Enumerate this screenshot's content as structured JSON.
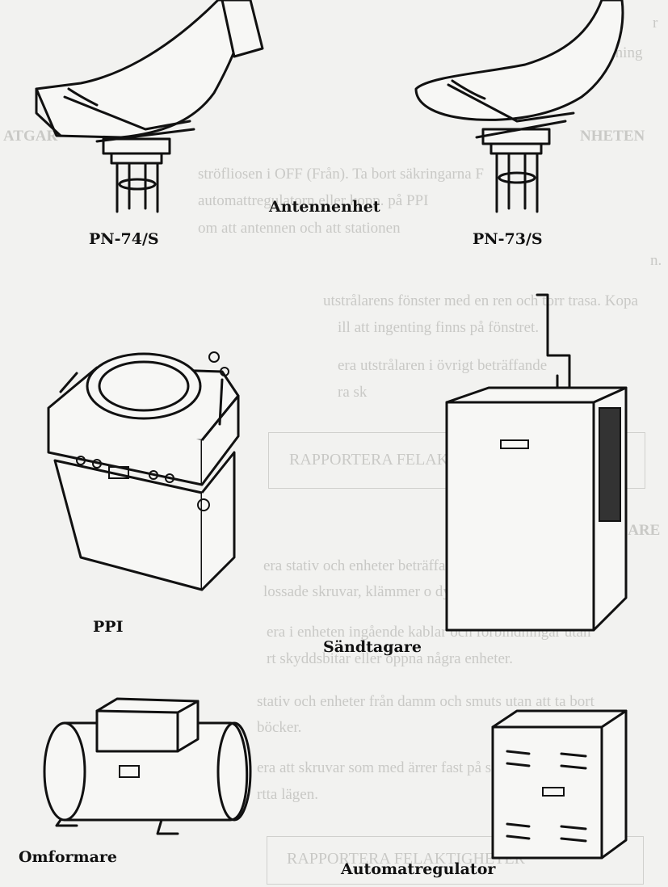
{
  "labels": {
    "pn74": "PN-74/S",
    "antennenhet": "Antennenhet",
    "pn73": "PN-73/S",
    "ppi": "PPI",
    "sandtagare": "Sändtagare",
    "omformare": "Omformare",
    "automatregulator": "Automatregulator"
  },
  "background_text": {
    "a_right": "r",
    "stallning": "stallning",
    "nheten": "NHETEN",
    "atgar": "ATGAR",
    "line1": "ströfliosen i  OFF (Från). Ta bort säkringarna F",
    "line2": "automattregulatorn eller kopp. på PPI",
    "line3": "om att antennen och att stationen",
    "line4": "n.",
    "line5": "utstrålarens fönster med en ren och torr trasa. Kopa",
    "line6": "ill att ingenting finns på fönstret.",
    "line7": "era utstrålaren i övrigt beträffande",
    "line8": "ra sk",
    "box1": "RAPPORTERA FELAKTIGHETER",
    "sandtagare_hd": "NDTAGARE",
    "line9": "era stativ och enheter beträffande mekaniska skador,",
    "line10": "lossade skruvar, klämmer o dyl.",
    "line11": "era i enheten ingående kablar och förbindningar utan",
    "line12": "rt skyddsbitar eller öppna några enheter.",
    "line13": "stativ och enheter från damm och smuts utan att ta bort",
    "line14": "böcker.",
    "line15": "era att skruvar som med ärrer fast på sina axlar och att",
    "line16": "rtta lägen.",
    "box2": "RAPPORTERA FELAKTIGHETER"
  }
}
